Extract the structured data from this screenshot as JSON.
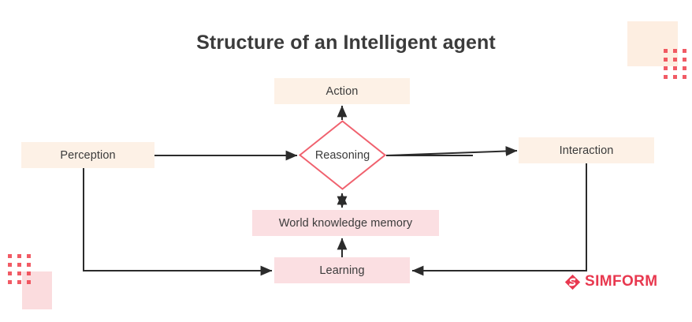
{
  "page": {
    "title": "Structure of an Intelligent agent",
    "background": "#ffffff"
  },
  "colors": {
    "cream": "#fdf1e6",
    "pink": "#fbdfe2",
    "accent_red": "#ef3e4a",
    "diamond_stroke": "#f0616e",
    "text": "#3b3b3b",
    "connector": "#2b2b2b",
    "brand": "#e8384f"
  },
  "nodes": {
    "perception": {
      "label": "Perception",
      "shape": "rect",
      "fill": "cream"
    },
    "action": {
      "label": "Action",
      "shape": "rect",
      "fill": "cream"
    },
    "reasoning": {
      "label": "Reasoning",
      "shape": "diamond",
      "fill": "white",
      "stroke": "#f0616e"
    },
    "interaction": {
      "label": "Interaction",
      "shape": "rect",
      "fill": "cream"
    },
    "memory": {
      "label": "World knowledge memory",
      "shape": "rect",
      "fill": "pink"
    },
    "learning": {
      "label": "Learning",
      "shape": "rect",
      "fill": "pink"
    }
  },
  "edges": [
    {
      "name": "perception-to-reasoning",
      "from": "perception",
      "to": "reasoning",
      "arrows": "single"
    },
    {
      "name": "reasoning-to-action",
      "from": "reasoning",
      "to": "action",
      "arrows": "single"
    },
    {
      "name": "reasoning-to-interaction",
      "from": "reasoning",
      "to": "interaction",
      "arrows": "single"
    },
    {
      "name": "reasoning-memory",
      "from": "reasoning",
      "to": "memory",
      "arrows": "double"
    },
    {
      "name": "learning-to-memory",
      "from": "learning",
      "to": "memory",
      "arrows": "single"
    },
    {
      "name": "perception-to-learning",
      "from": "perception",
      "to": "learning",
      "arrows": "single"
    },
    {
      "name": "interaction-to-learning",
      "from": "interaction",
      "to": "learning",
      "arrows": "single"
    }
  ],
  "branding": {
    "name": "SIMFORM",
    "mark": "simform-logo-icon"
  },
  "decorations": {
    "top_right_rect": "cream",
    "top_right_dots": 12,
    "bottom_left_rect": "pink",
    "bottom_left_dots": 12
  }
}
